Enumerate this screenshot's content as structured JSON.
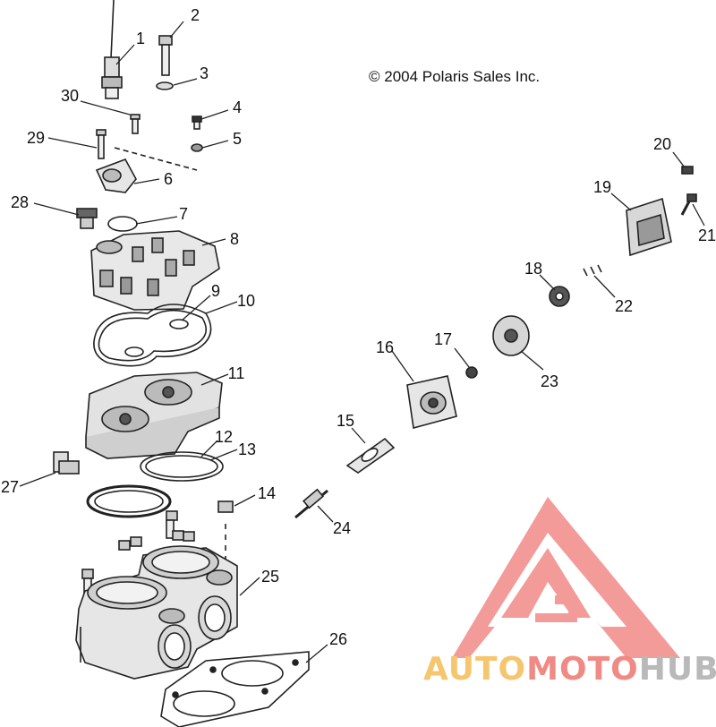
{
  "copyright": "© 2004 Polaris Sales Inc.",
  "watermark": {
    "part1": "AUTO",
    "part2": "MOTO",
    "part3": "HUB",
    "colors": {
      "auto": "#f5c66e",
      "moto": "#f08a84",
      "hub": "#b9b9b9",
      "logo": "#f07a78"
    }
  },
  "callouts": [
    "1",
    "2",
    "3",
    "4",
    "5",
    "6",
    "7",
    "8",
    "9",
    "10",
    "11",
    "12",
    "13",
    "14",
    "15",
    "16",
    "17",
    "18",
    "19",
    "20",
    "21",
    "22",
    "23",
    "24",
    "25",
    "26",
    "27",
    "28",
    "29",
    "30"
  ]
}
